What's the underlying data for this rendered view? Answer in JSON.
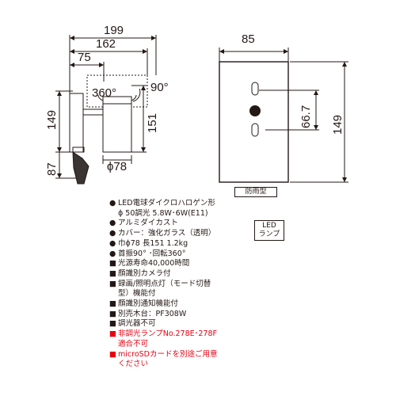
{
  "dimensions": {
    "w199": "199",
    "w162": "162",
    "w75": "75",
    "h149_left": "149",
    "h87": "87",
    "h151": "151",
    "phi78": "ϕ78",
    "deg360": "360°",
    "deg90": "90°",
    "w85": "85",
    "h66_7": "66.7",
    "h149_right": "149"
  },
  "badges": {
    "weatherproof": "防雨型",
    "led_lamp_line1": "LED",
    "led_lamp_line2": "ランプ"
  },
  "specs": [
    {
      "mark": "●",
      "text": "LED電球ダイクロハロゲン形",
      "red": false
    },
    {
      "mark": "",
      "text": "ϕ 50調光 5.8W･6W(E11)",
      "red": false
    },
    {
      "mark": "●",
      "text": "アルミダイカスト",
      "red": false
    },
    {
      "mark": "●",
      "text": "カバー：強化ガラス（透明）",
      "red": false
    },
    {
      "mark": "●",
      "text": "巾ϕ78 長151 1.2kg",
      "red": false
    },
    {
      "mark": "●",
      "text": "首振90° ･回転360°",
      "red": false
    },
    {
      "mark": "■",
      "text": "光源寿命40,000時間",
      "red": false
    },
    {
      "mark": "■",
      "text": "顔識別カメラ付",
      "red": false
    },
    {
      "mark": "■",
      "text": "録画/照明点灯（モード切替",
      "red": false
    },
    {
      "mark": "",
      "text": "型）機能付",
      "red": false
    },
    {
      "mark": "■",
      "text": "顔識別通知機能付",
      "red": false
    },
    {
      "mark": "■",
      "text": "別売木台：PF308W",
      "red": false
    },
    {
      "mark": "■",
      "text": "調光器不可",
      "red": false
    },
    {
      "mark": "■",
      "text": "非調光ランプNo.278E･278F",
      "red": true
    },
    {
      "mark": "",
      "text": "適合不可",
      "red": true
    },
    {
      "mark": "■",
      "text": "microSDカードを別途ご用意",
      "red": true
    },
    {
      "mark": "",
      "text": "ください",
      "red": true
    }
  ]
}
